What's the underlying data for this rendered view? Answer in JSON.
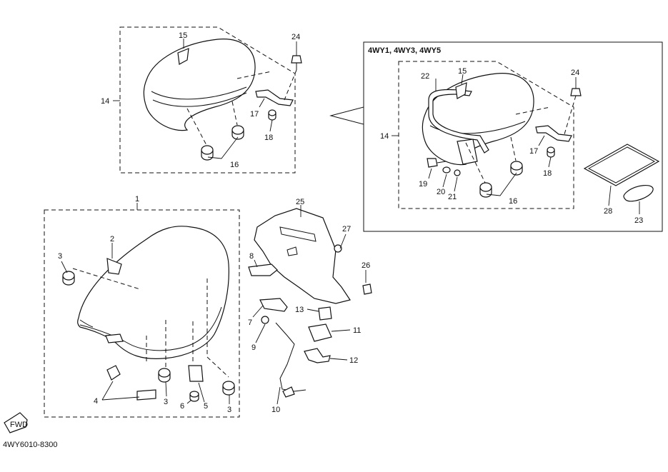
{
  "inset_title": "4WY1, 4WY3, 4WY5",
  "drawing_code": "4WY6010-8300",
  "fwd_label": "FWD",
  "callouts": {
    "c1": "1",
    "c2": "2",
    "c3a": "3",
    "c3b": "3",
    "c3c": "3",
    "c4": "4",
    "c5": "5",
    "c6": "6",
    "c7": "7",
    "c8": "8",
    "c9": "9",
    "c10": "10",
    "c11": "11",
    "c12": "12",
    "c13": "13",
    "c14a": "14",
    "c15a": "15",
    "c16a": "16",
    "c17a": "17",
    "c18a": "18",
    "c24a": "24",
    "c14b": "14",
    "c15b": "15",
    "c16b": "16",
    "c17b": "17",
    "c18b": "18",
    "c19": "19",
    "c20": "20",
    "c21": "21",
    "c22": "22",
    "c23": "23",
    "c24b": "24",
    "c25": "25",
    "c26": "26",
    "c27": "27",
    "c28": "28"
  }
}
